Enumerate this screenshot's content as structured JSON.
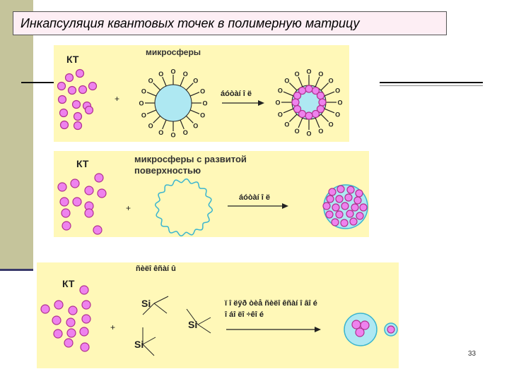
{
  "title": "Инкапсуляция квантовых точек в полимерную матрицу",
  "panel1": {
    "kt_label": "КТ",
    "microspheres_label": "микросферы",
    "plus": "+",
    "arrow_label": "áóòàí î ë",
    "ligand_letter": "O"
  },
  "panel2": {
    "kt_label": "КТ",
    "microspheres_label_line1": "микросферы с развитой",
    "microspheres_label_line2": "поверхностью",
    "plus": "+",
    "arrow_label": "áóòàí î ë"
  },
  "panel3": {
    "kt_label": "КТ",
    "silane_label": "ñèëî êñàí û",
    "plus": "+",
    "si_label": "Si",
    "arrow_label_line1": "ï î ëÿð òèå ñèëî êñàí î âî é",
    "arrow_label_line2": "î áî ëî ÷êî é"
  },
  "page_number": "33",
  "colors": {
    "qd_fill": "#ee82ee",
    "qd_stroke": "#b0308f",
    "sphere_fill": "#aee8f2",
    "sphere_stroke": "#3ab5cf",
    "panel_bg": "#fff8b8",
    "title_bg": "#fdeef4",
    "sidebar": "#c5c49b"
  }
}
